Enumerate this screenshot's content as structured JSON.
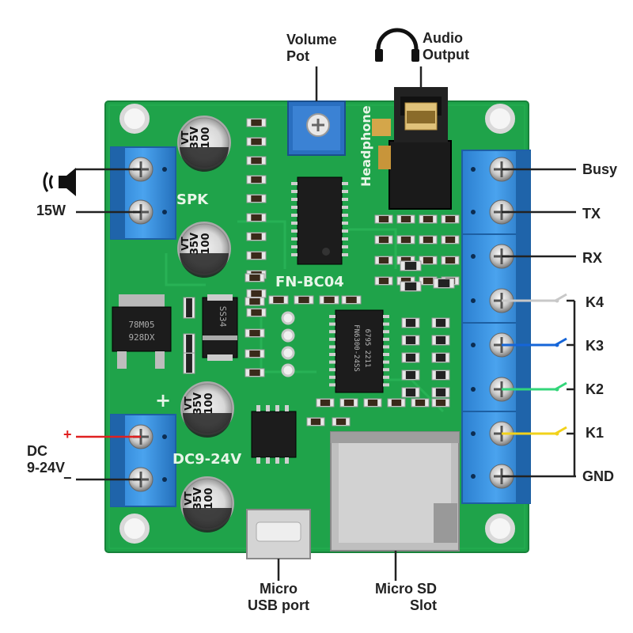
{
  "labels": {
    "volume_pot": [
      "Volume",
      "Pot"
    ],
    "audio_output": [
      "Audio",
      "Output"
    ],
    "busy": "Busy",
    "tx": "TX",
    "rx": "RX",
    "k4": "K4",
    "k3": "K3",
    "k2": "K2",
    "k1": "K1",
    "gnd": "GND",
    "speaker_power": "15W",
    "dc": [
      "DC",
      "9-24V"
    ],
    "dc_plus": "+",
    "dc_minus": "−",
    "micro_usb": [
      "Micro",
      "USB port"
    ],
    "micro_sd": [
      "Micro SD",
      "Slot"
    ]
  },
  "board": {
    "name": "FN-BC04",
    "spk": "SPK",
    "headphone": "Headphone",
    "dc_range": "DC9-24V",
    "plus_sign": "+",
    "regulator_line1": "78M05",
    "regulator_line2": "928DX",
    "diode": "SS34",
    "cap_voltage": "35V",
    "cap_value": "100",
    "cap_vendor": "VT",
    "chip_label1": "FN6300-24SS",
    "chip_label2": "6795    2211"
  },
  "colors": {
    "pcb": "#1fa34a",
    "terminal": "#2f8bd8",
    "wire_k4": "#c8c8c8",
    "wire_k3": "#1565d8",
    "wire_k2": "#33d67a",
    "wire_k1": "#f2d21a",
    "wire_plus": "#e02020",
    "wire_default": "#222222"
  }
}
